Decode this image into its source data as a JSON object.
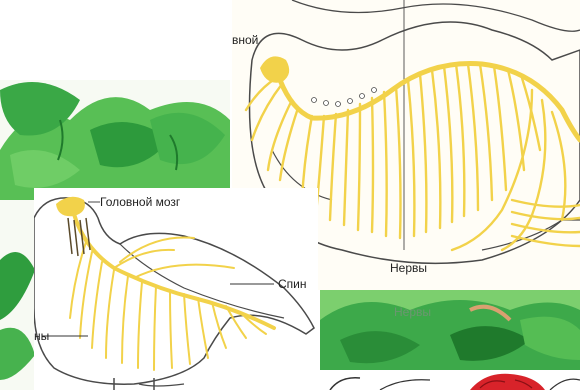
{
  "labels": {
    "mammal_brain": "вной",
    "mammal_nerves": "Нервы",
    "bird_brain": "Головной мозг",
    "bird_spinal": "Спин",
    "bird_nerves": "ны",
    "faded_nerves": "Нервы"
  },
  "colors": {
    "nerve": "#f2d24a",
    "outline": "#4a4a4a",
    "leaf_light": "#5cc35a",
    "leaf_dark": "#1f8a32",
    "brain_red": "#d8232a"
  }
}
